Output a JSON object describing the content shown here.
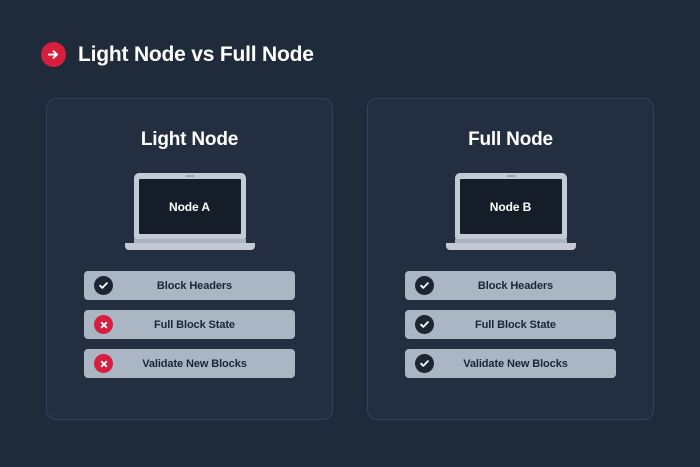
{
  "header": {
    "icon": "arrow-right-circle-icon",
    "title": "Light Node vs Full Node",
    "accent_color": "#d81e3f"
  },
  "theme": {
    "page_background": "#1f2b3a",
    "card_background": "#232f40",
    "card_border": "#33415a",
    "feature_bar": "#aab6c4",
    "check_icon_color": "#1b2634",
    "cross_icon_color": "#d81e3f",
    "laptop_frame": "#c3cad6",
    "laptop_screen": "#151d28",
    "text_primary": "#ffffff",
    "text_on_bar": "#1b2634"
  },
  "cards": [
    {
      "title": "Light Node",
      "device_label": "Node A",
      "device_icon": "laptop-icon",
      "features": [
        {
          "label": "Block Headers",
          "status": "check",
          "icon": "check-circle-icon"
        },
        {
          "label": "Full Block State",
          "status": "cross",
          "icon": "x-circle-icon"
        },
        {
          "label": "Validate New Blocks",
          "status": "cross",
          "icon": "x-circle-icon"
        }
      ]
    },
    {
      "title": "Full Node",
      "device_label": "Node B",
      "device_icon": "laptop-icon",
      "features": [
        {
          "label": "Block Headers",
          "status": "check",
          "icon": "check-circle-icon"
        },
        {
          "label": "Full Block State",
          "status": "check",
          "icon": "check-circle-icon"
        },
        {
          "label": "Validate New Blocks",
          "status": "check",
          "icon": "check-circle-icon"
        }
      ]
    }
  ]
}
